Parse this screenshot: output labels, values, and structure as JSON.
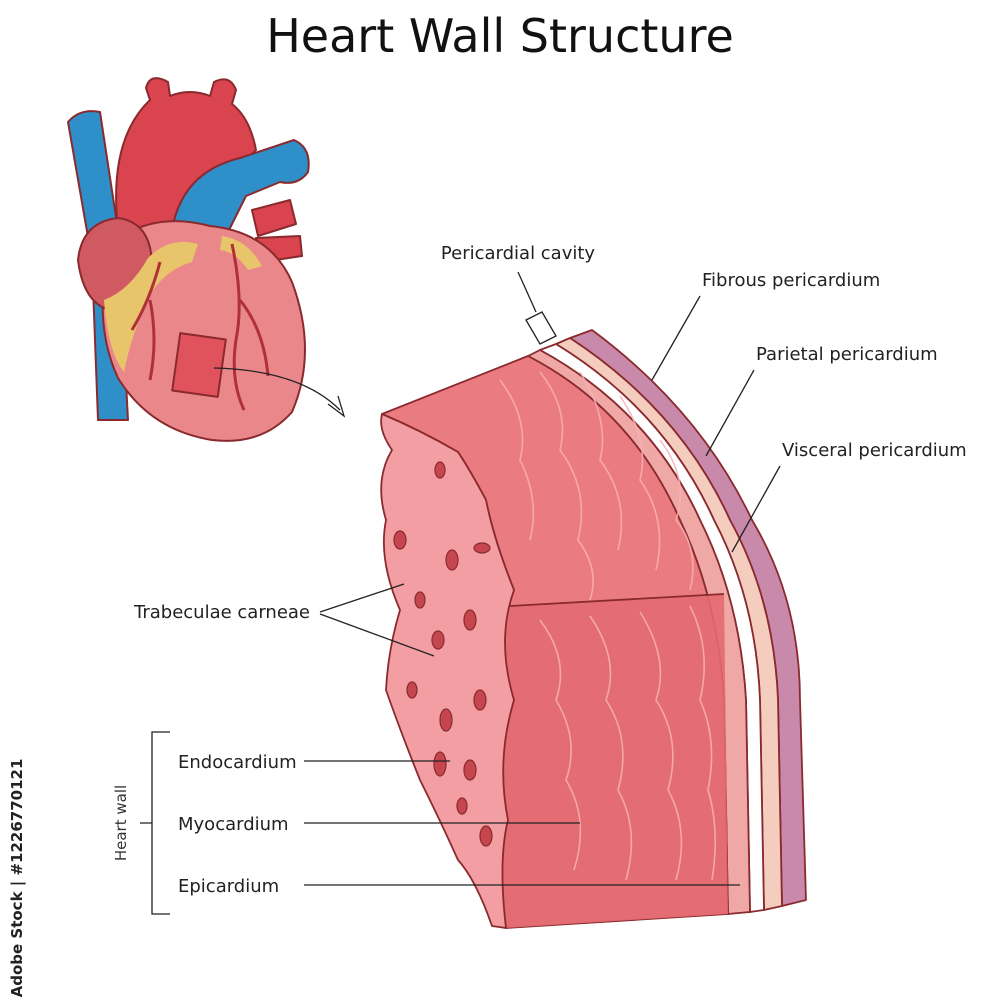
{
  "title": "Heart Wall Structure",
  "labels": {
    "pericardial_cavity": "Pericardial cavity",
    "fibrous_pericardium": "Fibrous pericardium",
    "parietal_pericardium": "Parietal pericardium",
    "visceral_pericardium": "Visceral pericardium",
    "trabeculae_carneae": "Trabeculae carneae",
    "endocardium": "Endocardium",
    "myocardium": "Myocardium",
    "epicardium": "Epicardium",
    "heart_wall": "Heart wall"
  },
  "watermark": "Adobe Stock | #1226770121",
  "colors": {
    "vein_blue": "#2f8fc9",
    "artery_red": "#d9444e",
    "heart_pink": "#e9787c",
    "fat_yellow": "#e8c46a",
    "myocardium": "#ea7b80",
    "endocardium": "#f29ea2",
    "fibrous": "#c889aa",
    "parietal": "#f4cdbf"
  }
}
